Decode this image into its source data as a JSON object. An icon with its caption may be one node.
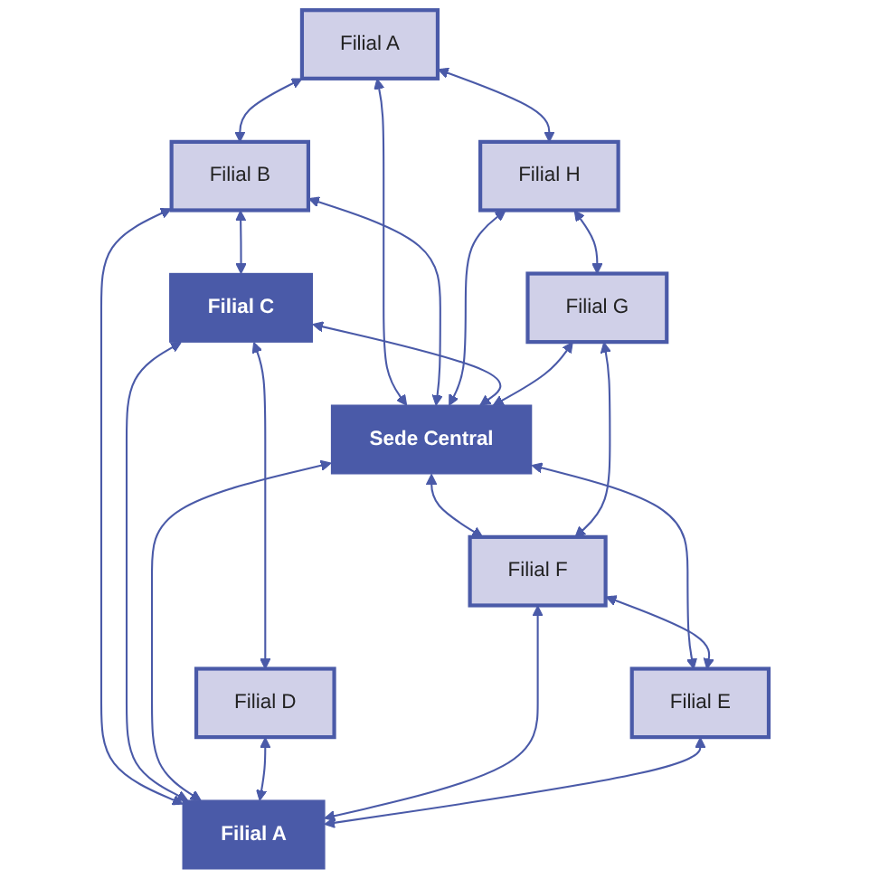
{
  "diagram": {
    "nodes": [
      {
        "text": [
          "Filial A"
        ]
      },
      {
        "text": [
          "Filial B"
        ]
      },
      {
        "text": [
          "Filial H"
        ]
      },
      {
        "text": [
          "Filial C"
        ]
      },
      {
        "text": [
          "Sede Central"
        ]
      },
      {
        "text": [
          "Filial G"
        ]
      },
      {
        "text": [
          "Filial D"
        ]
      },
      {
        "text": [
          "Filial A"
        ]
      },
      {
        "text": [
          "Filial F"
        ]
      },
      {
        "text": [
          "Filial E"
        ]
      }
    ],
    "edges": [
      {
        "from": 0,
        "to": 1,
        "arrow": "both"
      },
      {
        "from": 0,
        "to": 2,
        "arrow": "both"
      },
      {
        "from": 0,
        "to": 4,
        "arrow": "both"
      },
      {
        "from": 1,
        "to": 4,
        "arrow": "both"
      },
      {
        "from": 1,
        "to": 3,
        "arrow": "both"
      },
      {
        "from": 1,
        "to": 7,
        "arrow": "both"
      },
      {
        "from": 2,
        "to": 4,
        "arrow": "both"
      },
      {
        "from": 2,
        "to": 5,
        "arrow": "both"
      },
      {
        "from": 3,
        "to": 4,
        "arrow": "both"
      },
      {
        "from": 3,
        "to": 6,
        "arrow": "both"
      },
      {
        "from": 3,
        "to": 7,
        "arrow": "both"
      },
      {
        "from": 5,
        "to": 4,
        "arrow": "both"
      },
      {
        "from": 4,
        "to": 7,
        "arrow": "both"
      },
      {
        "from": 6,
        "to": 7,
        "arrow": "both"
      },
      {
        "from": 4,
        "to": 8,
        "arrow": "both"
      },
      {
        "from": 4,
        "to": 9,
        "arrow": "both"
      },
      {
        "from": 5,
        "to": 8,
        "arrow": "both"
      },
      {
        "from": 8,
        "to": 7,
        "arrow": "both"
      },
      {
        "from": 8,
        "to": 9,
        "arrow": "both"
      },
      {
        "from": 9,
        "to": 7,
        "arrow": "both"
      }
    ]
  }
}
